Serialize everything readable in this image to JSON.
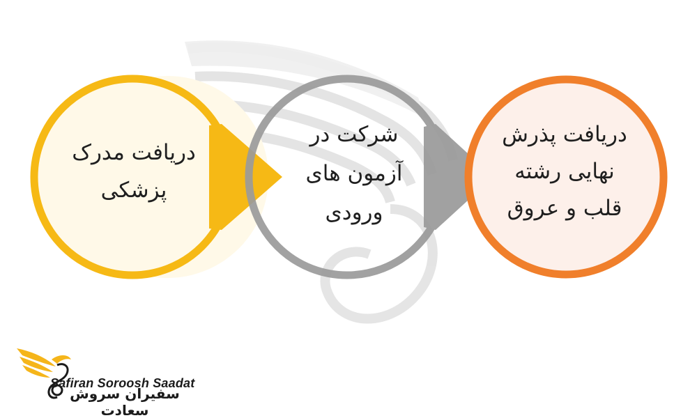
{
  "steps": [
    {
      "text": "دریافت مدرک پزشکی",
      "lines": [
        "دریافت مدرک",
        "پزشکی"
      ],
      "ring_color": "#F6B915",
      "fill_color": "#FFF9E8"
    },
    {
      "text": "شرکت در آزمون های ورودی",
      "lines": [
        "شرکت در",
        "آزمون های",
        "ورودی"
      ],
      "ring_color": "#9A9A9A",
      "fill_color": "#FFFFFF"
    },
    {
      "text": "دریافت پذرش نهایی رشته قلب و عروق",
      "lines": [
        "دریافت پذرش",
        "نهایی رشته",
        "قلب و عروق"
      ],
      "ring_color": "#F07F2B",
      "fill_color": "#FDF0EA"
    }
  ],
  "logo": {
    "name_en": "Safiran Soroosh Saadat",
    "name_fa": "سفیران سروش سعادت",
    "accent_color": "#F5B51A"
  },
  "watermark": {
    "icon": "eagle-wing-watermark-icon",
    "color": "#D8D8D8"
  }
}
